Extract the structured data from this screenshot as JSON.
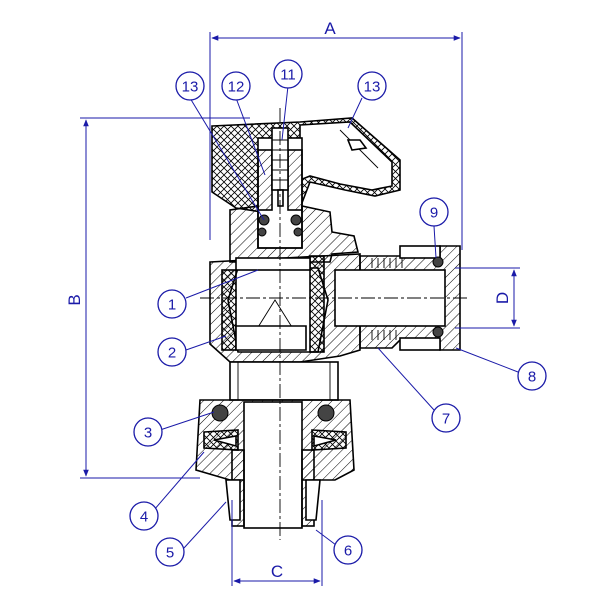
{
  "dimensions": {
    "A": "A",
    "B": "B",
    "C": "C",
    "D": "D"
  },
  "callouts": [
    {
      "id": "c1",
      "label": "1"
    },
    {
      "id": "c2",
      "label": "2"
    },
    {
      "id": "c3",
      "label": "3"
    },
    {
      "id": "c4",
      "label": "4"
    },
    {
      "id": "c5",
      "label": "5"
    },
    {
      "id": "c6",
      "label": "6"
    },
    {
      "id": "c7",
      "label": "7"
    },
    {
      "id": "c8",
      "label": "8"
    },
    {
      "id": "c9",
      "label": "9"
    },
    {
      "id": "c11",
      "label": "11"
    },
    {
      "id": "c12",
      "label": "12"
    },
    {
      "id": "c13a",
      "label": "13"
    },
    {
      "id": "c13b",
      "label": "13"
    }
  ],
  "colors": {
    "annotation": "#1a1aa8",
    "outline": "#000000",
    "background": "#ffffff"
  }
}
